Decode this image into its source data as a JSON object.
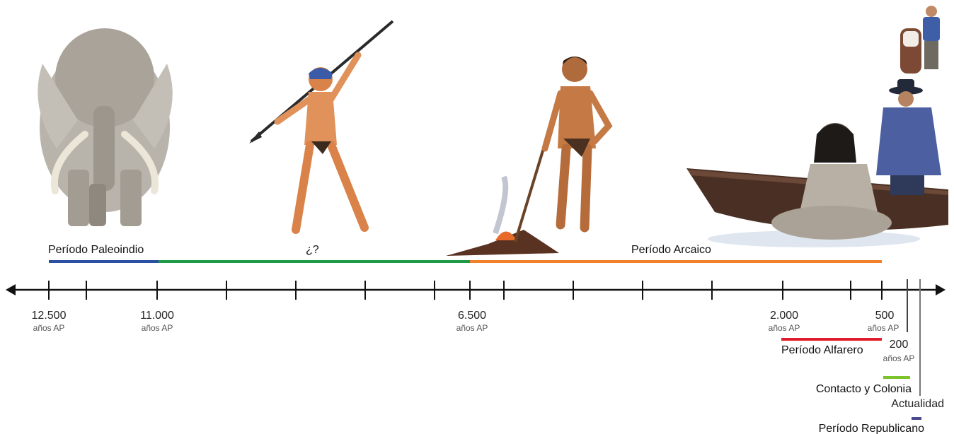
{
  "periods": {
    "paleoindio": "Período Paleoindio",
    "unknown": "¿?",
    "arcaico": "Período Arcaico",
    "alfarero": "Período Alfarero",
    "contacto": "Contacto y Colonia",
    "republicano": "Período Republicano"
  },
  "ticks": {
    "t12500": "12.500",
    "t11000": "11.000",
    "t6500": "6.500",
    "t2000": "2.000",
    "t500": "500",
    "t200": "200",
    "unit": "años AP",
    "actualidad": "Actualidad"
  },
  "colors": {
    "paleoindio": "#2b4fa3",
    "unknown": "#1f9a4a",
    "arcaico": "#f0812a",
    "alfarero": "#e01b2a",
    "contacto": "#7cc42a",
    "republicano": "#4a4a8c",
    "axis": "#111111"
  },
  "illustrations": [
    "mammoth-illustration",
    "spear-hunter-illustration",
    "campfire-illustration",
    "woman-with-stick-illustration",
    "canoe-illustration",
    "seated-woman-illustration",
    "settler-illustration",
    "cow-illustration"
  ]
}
